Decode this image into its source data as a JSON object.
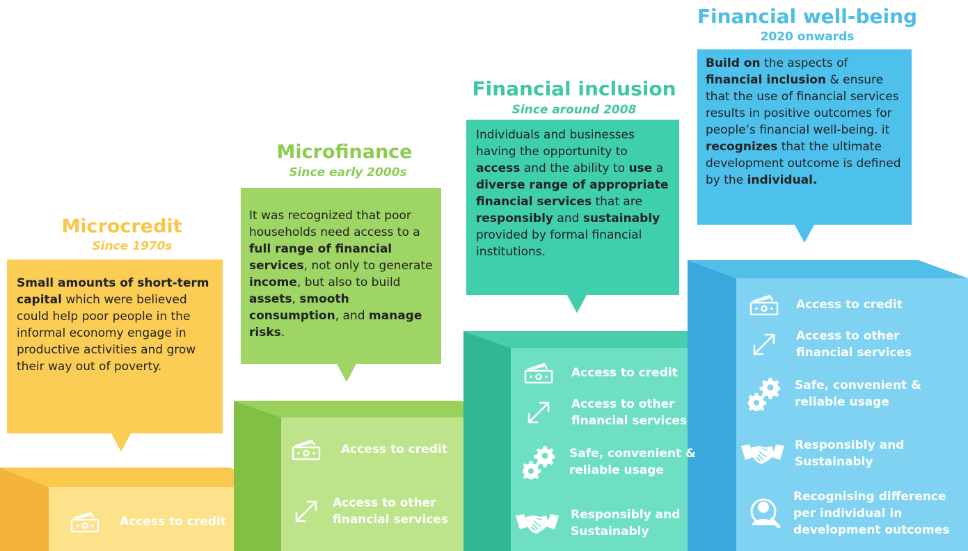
{
  "stages": [
    {
      "title": "Microcredit",
      "subtitle": "Since 1970s",
      "description": [
        {
          "text": "Small amounts of short-term capital",
          "bold": true
        },
        {
          "text": " which were believed could help poor people in the informal economy engage in productive activities and grow their way out of poverty.",
          "bold": false
        }
      ],
      "features": [
        {
          "icon": "money-icon",
          "label": "Access to credit"
        }
      ]
    },
    {
      "title": "Microfinance",
      "subtitle": "Since early 2000s",
      "description": [
        {
          "text": "It was recognized that poor households need access to a ",
          "bold": false
        },
        {
          "text": "full range of financial services",
          "bold": true
        },
        {
          "text": ", not only to generate ",
          "bold": false
        },
        {
          "text": "income",
          "bold": true
        },
        {
          "text": ", but also to build ",
          "bold": false
        },
        {
          "text": "assets",
          "bold": true
        },
        {
          "text": ", ",
          "bold": false
        },
        {
          "text": "smooth consumption",
          "bold": true
        },
        {
          "text": ", and ",
          "bold": false
        },
        {
          "text": "manage risks",
          "bold": true
        },
        {
          "text": ".",
          "bold": false
        }
      ],
      "features": [
        {
          "icon": "money-icon",
          "label": "Access to credit"
        },
        {
          "icon": "diagonal-arrow-icon",
          "label": "Access to other\nfinancial services"
        }
      ]
    },
    {
      "title": "Financial inclusion",
      "subtitle": "Since around 2008",
      "description": [
        {
          "text": "Individuals and businesses having the opportunity to ",
          "bold": false
        },
        {
          "text": "access",
          "bold": true
        },
        {
          "text": " and the ability to ",
          "bold": false
        },
        {
          "text": "use",
          "bold": true
        },
        {
          "text": " a ",
          "bold": false
        },
        {
          "text": "diverse range of appropriate financial services",
          "bold": true
        },
        {
          "text": " that are ",
          "bold": false
        },
        {
          "text": "responsibly",
          "bold": true
        },
        {
          "text": " and ",
          "bold": false
        },
        {
          "text": "sustainably",
          "bold": true
        },
        {
          "text": " provided by formal financial institutions.",
          "bold": false
        }
      ],
      "features": [
        {
          "icon": "money-icon",
          "label": "Access to credit"
        },
        {
          "icon": "diagonal-arrow-icon",
          "label": "Access to other\nfinancial services"
        },
        {
          "icon": "gears-icon",
          "label": "Safe, convenient &\nreliable usage"
        },
        {
          "icon": "handshake-icon",
          "label": "Responsibly and\nSustainably"
        }
      ]
    },
    {
      "title": "Financial well-being",
      "subtitle": "2020 onwards",
      "description": [
        {
          "text": "Build on",
          "bold": true
        },
        {
          "text": " the aspects of ",
          "bold": false
        },
        {
          "text": "financial inclusion",
          "bold": true
        },
        {
          "text": " & ensure that the use of financial services results in positive outcomes for people’s financial well-being. it ",
          "bold": false
        },
        {
          "text": "recognizes",
          "bold": true
        },
        {
          "text": " that the ultimate development outcome is defined by the ",
          "bold": false
        },
        {
          "text": "individual.",
          "bold": true
        }
      ],
      "features": [
        {
          "icon": "money-icon",
          "label": "Access to credit"
        },
        {
          "icon": "diagonal-arrow-icon",
          "label": "Access to other\nfinancial services"
        },
        {
          "icon": "gears-icon",
          "label": "Safe, convenient &\nreliable usage"
        },
        {
          "icon": "handshake-icon",
          "label": "Responsibly and\nSustainably"
        },
        {
          "icon": "person-search-icon",
          "label": "Recognising difference\nper individual in\ndevelopment outcomes"
        }
      ]
    }
  ],
  "colors": {
    "microcredit": {
      "title": "#f9c64a",
      "bubble": "#fbcd55",
      "front": "#fde18b",
      "top": "#fbc84e",
      "side": "#f4b43c"
    },
    "microfinance": {
      "title": "#8ccc52",
      "bubble": "#9ed564",
      "front": "#bde48a",
      "top": "#9ad05c",
      "side": "#80c042"
    },
    "financial_inclusion": {
      "title": "#3fc7a4",
      "bubble": "#3fcfac",
      "front": "#6fdfc4",
      "top": "#4acdad",
      "side": "#31b793"
    },
    "financial_wellbeing": {
      "title": "#4cbde6",
      "bubble": "#4dc1ec",
      "front": "#7fd2f1",
      "top": "#52bfe8",
      "side": "#3aa8dc"
    }
  }
}
